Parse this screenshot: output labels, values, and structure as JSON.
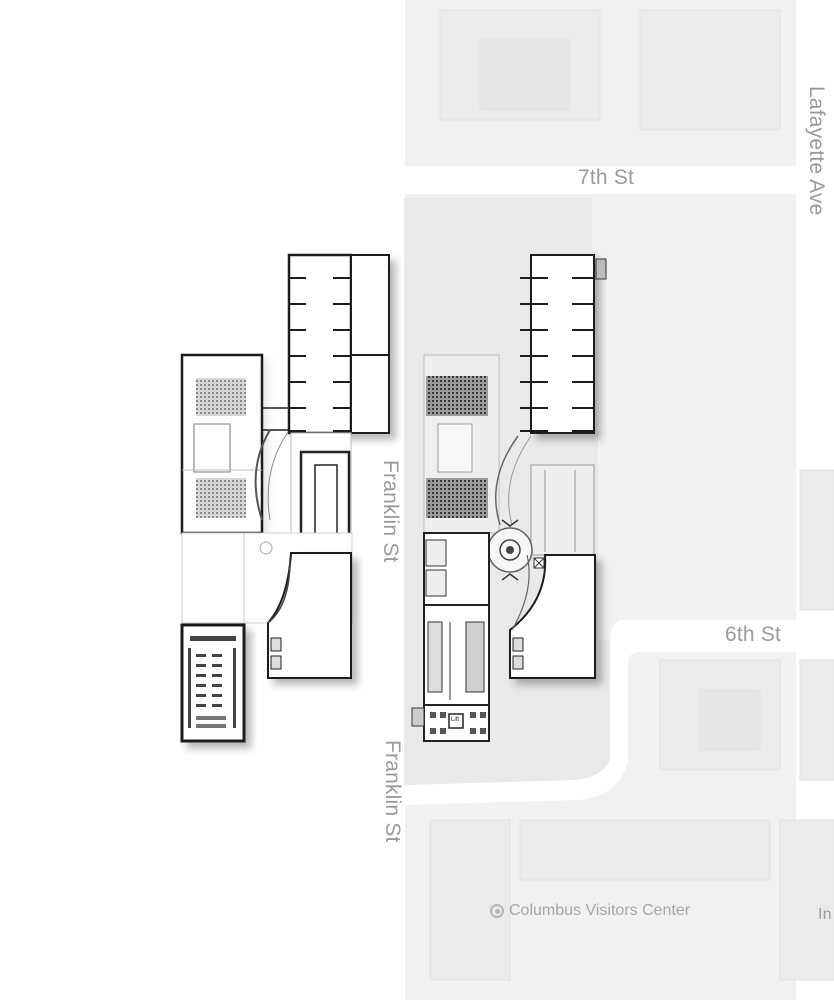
{
  "map": {
    "streets": {
      "seventh": "7th St",
      "sixth": "6th St",
      "franklin_upper": "Franklin St",
      "franklin_lower": "Franklin St",
      "lafayette": "Lafayette Ave"
    },
    "poi": {
      "label": "Columbus Visitors Center",
      "icon": "place-pin-icon"
    },
    "edge_text": "In"
  },
  "plans": {
    "elevator_tag": "Lift",
    "colors": {
      "map_background": "#ffffff",
      "map_block": "#f4f4f4",
      "site_fill": "#ececec",
      "wall": "#1c1c1c"
    }
  }
}
